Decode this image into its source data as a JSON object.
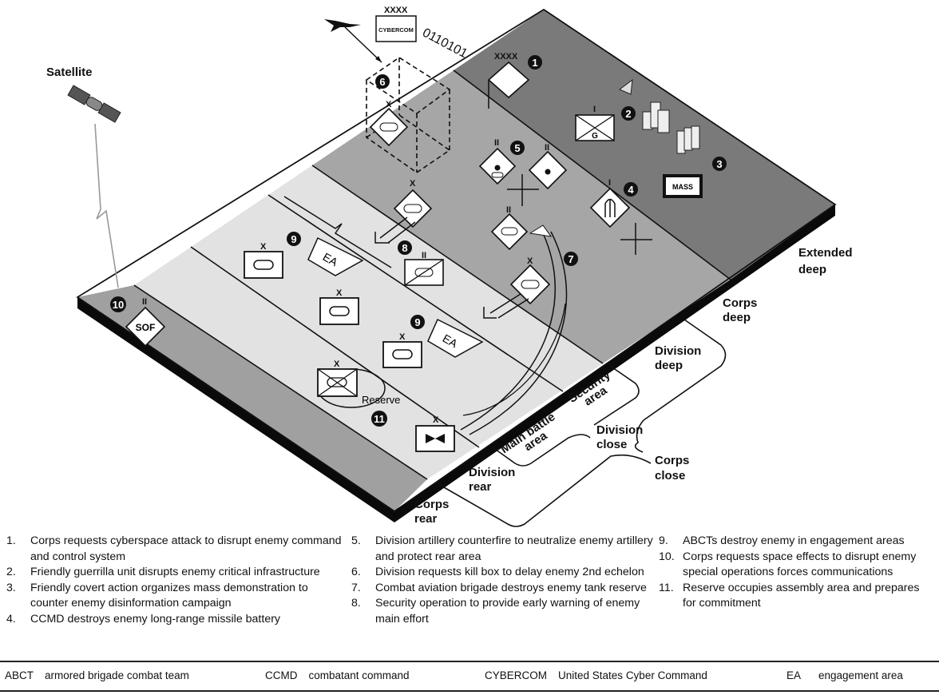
{
  "diagram": {
    "satellite_label": "Satellite",
    "cybercom": {
      "echelon": "XXXX",
      "label": "CYBERCOM",
      "binary": "0110101"
    },
    "corps_hq_echelon": "XXXX",
    "mass_label": "MASS",
    "guerrilla_label": "G",
    "sof_label": "SOF",
    "ea_label": "EA",
    "reserve_label": "Reserve",
    "echelon_brigade": "X",
    "echelon_battalion": "II",
    "echelon_company": "I",
    "callouts": [
      "1",
      "2",
      "3",
      "4",
      "5",
      "6",
      "7",
      "8",
      "9",
      "9",
      "10",
      "11"
    ],
    "zone_labels": {
      "extended_deep": [
        "Extended",
        "deep"
      ],
      "corps_deep": [
        "Corps",
        "deep"
      ],
      "division_deep": [
        "Division",
        "deep"
      ],
      "security_area": [
        "Security",
        "area"
      ],
      "main_battle_area": [
        "Main battle",
        "area"
      ],
      "division_close": [
        "Division",
        "close"
      ],
      "corps_close": [
        "Corps",
        "close"
      ],
      "division_rear": [
        "Division",
        "rear"
      ],
      "corps_rear": [
        "Corps",
        "rear"
      ]
    },
    "colors": {
      "extended_deep": "#7a7a7a",
      "corps_deep": "#a6a6a6",
      "division_area": "#e2e2e2",
      "corps_rear": "#a0a0a0",
      "edge": "#0a0a0a"
    }
  },
  "notes": {
    "column1": [
      {
        "num": "1.",
        "text": "Corps requests cyberspace attack to disrupt enemy command and control system"
      },
      {
        "num": "2.",
        "text": "Friendly guerrilla unit disrupts enemy critical infrastructure"
      },
      {
        "num": "3.",
        "text": "Friendly covert action organizes mass demonstration to counter enemy disinformation campaign"
      },
      {
        "num": "4.",
        "text": "CCMD destroys enemy long-range missile battery"
      }
    ],
    "column2": [
      {
        "num": "5.",
        "text": "Division artillery counterfire to neutralize enemy artillery and protect rear area"
      },
      {
        "num": "6.",
        "text": "Division requests kill box to delay enemy 2nd echelon"
      },
      {
        "num": "7.",
        "text": "Combat aviation brigade destroys enemy tank reserve"
      },
      {
        "num": "8.",
        "text": "Security operation to provide early warning of enemy main effort"
      }
    ],
    "column3": [
      {
        "num": "9.",
        "text": "ABCTs destroy enemy in engagement areas"
      },
      {
        "num": "10.",
        "text": "Corps requests space effects to disrupt enemy special operations forces communications"
      },
      {
        "num": "11.",
        "text": "Reserve occupies assembly area and prepares for commitment"
      }
    ]
  },
  "glossary": [
    {
      "abbr": "ABCT",
      "definition": "armored brigade combat team"
    },
    {
      "abbr": "CCMD",
      "definition": "combatant command"
    },
    {
      "abbr": "CYBERCOM",
      "definition": "United States Cyber Command"
    },
    {
      "abbr": "EA",
      "definition": "engagement area"
    }
  ]
}
